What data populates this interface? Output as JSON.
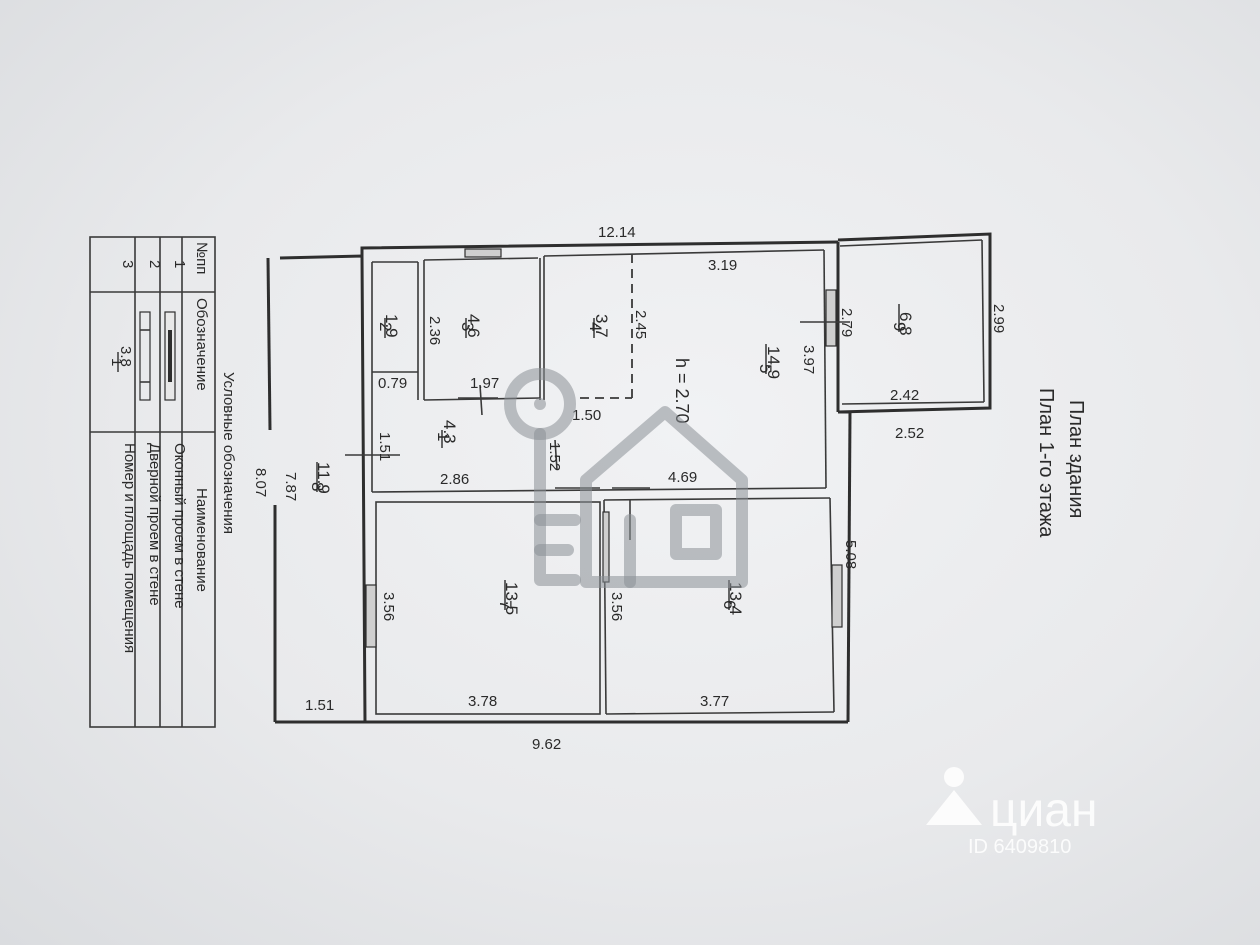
{
  "titles": {
    "line1": "План здания",
    "line2": "План 1-го этажа"
  },
  "legend": {
    "title": "Условные обозначения",
    "header_num": "№пп",
    "header_symbol": "Обозначение",
    "header_name": "Наименование",
    "rows": [
      {
        "num": "1",
        "name": "Оконный проем в стене"
      },
      {
        "num": "2",
        "name": "Дверной проем в стене"
      },
      {
        "num": "3",
        "name": "Номер и площадь помещения",
        "symbol_top": "1",
        "symbol_bottom": "3.8"
      }
    ]
  },
  "rooms": [
    {
      "number": "1",
      "area": "4.3"
    },
    {
      "number": "2",
      "area": "1.9"
    },
    {
      "number": "3",
      "area": "4.6"
    },
    {
      "number": "4",
      "area": "3.7"
    },
    {
      "number": "5",
      "area": "14.9"
    },
    {
      "number": "6",
      "area": "13.4"
    },
    {
      "number": "7",
      "area": "13.5"
    },
    {
      "number": "8",
      "area": "11.9"
    },
    {
      "number": "9",
      "area": "6.8"
    }
  ],
  "dimensions": {
    "top_total": "12.14",
    "bottom_total": "9.62",
    "left_total": "8.07",
    "left_inner": "7.87",
    "room5_width": "3.19",
    "room5_height": "3.97",
    "room4_height": "2.45",
    "room3_height": "2.36",
    "room9_depth": "2.79",
    "room9_width": "2.42",
    "room9_height_outer": "2.99",
    "room9_width_outer": "2.52",
    "corridor_079": "0.79",
    "corridor_197": "1.97",
    "corridor_150": "1.50",
    "corridor_151": "1.51",
    "corridor_152": "1.52",
    "corridor_286": "2.86",
    "corridor_469": "4.69",
    "ceiling_height": "h = 2.70",
    "right_508": "5.08",
    "room7_height": "3.56",
    "room6_height": "3.56",
    "room7_width": "3.78",
    "room6_width": "3.77",
    "terrace_width": "1.51"
  },
  "watermark": {
    "brand": "циан",
    "listing_id": "ID 6409810"
  }
}
